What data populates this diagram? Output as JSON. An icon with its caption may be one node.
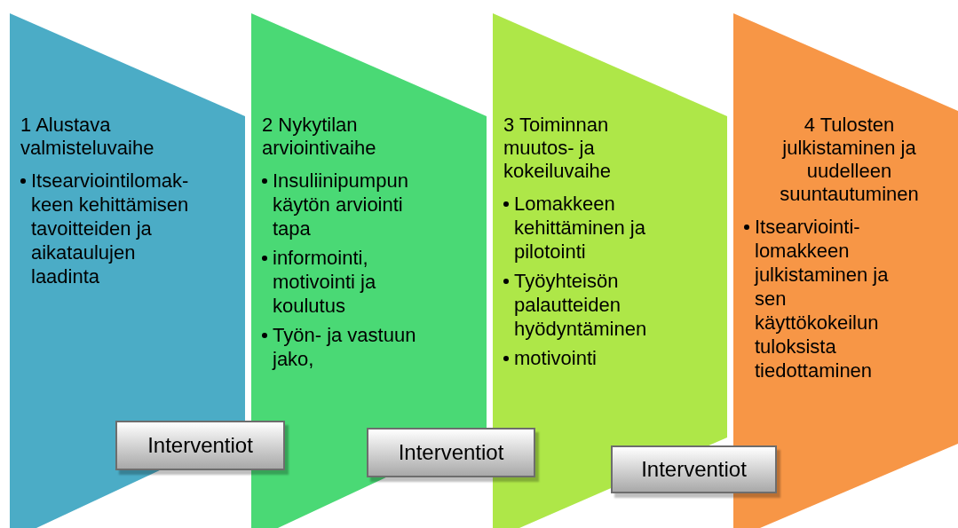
{
  "diagram": {
    "nodes": [
      {
        "text": [
          "1 Alustava valmisteluvaihe",
          "Itsearviointilomak- keen kehittämisen tavoitteiden ja aikataulujen laadinta"
        ]
      },
      {
        "text": [
          "2 Nykytilan arviointivaihe",
          "Insuliinipumpun käytön arviointi tapa",
          "informointi, motivointi ja koulutus",
          "Työn- ja vastuun jako,"
        ]
      },
      {
        "text": [
          "3 Toiminnan muutos- ja kokeiluvaihe",
          "Lomakkeen kehittäminen ja pilotointi",
          "Työyhteisön palautteiden hyödyntäminen",
          "motivointi"
        ]
      },
      {
        "text": [
          "4 Tulosten julkistaminen ja uudelleen suuntautuminen",
          "Itsearviointi- lomakkeen julkistaminen ja sen käyttökokeilun tuloksista tiedottaminen"
        ]
      },
      {
        "text": [
          "Interventiot"
        ]
      },
      {
        "text": [
          "Interventiot"
        ]
      },
      {
        "text": [
          "Interventiot"
        ]
      }
    ]
  }
}
